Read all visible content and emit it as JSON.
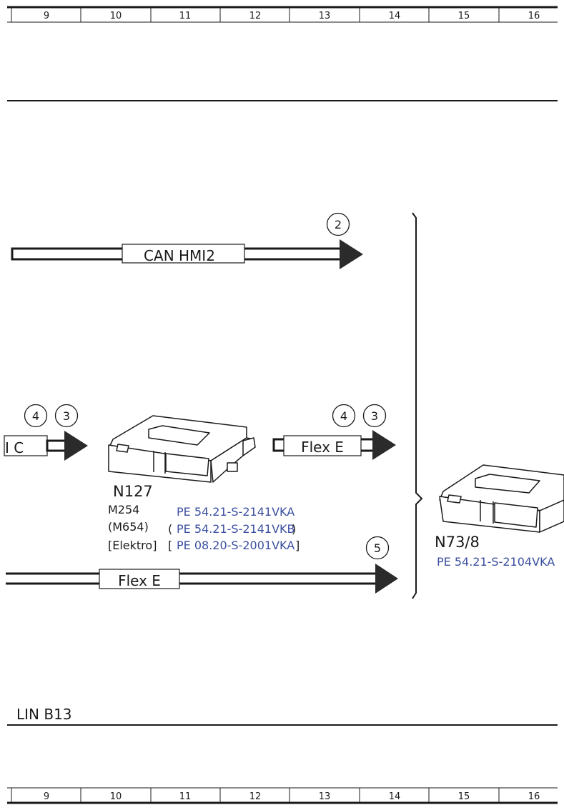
{
  "ruler": {
    "columns": [
      "9",
      "10",
      "11",
      "12",
      "13",
      "14",
      "15",
      "16"
    ]
  },
  "buses": {
    "can_hmi2": "CAN HMI2",
    "hmi_c_partial": "I C",
    "flex_e_upper": "Flex E",
    "flex_e_lower": "Flex E",
    "lin_b13": "LIN B13"
  },
  "callouts": {
    "can_hmi2_num": "2",
    "left_a": "4",
    "left_b": "3",
    "right_a": "4",
    "right_b": "3",
    "flex_lower_num": "5"
  },
  "module_n127": {
    "name": "N127",
    "variants": [
      {
        "model": "M254",
        "open": "",
        "ref": "PE 54.21-S-2141VKA",
        "close": ""
      },
      {
        "model": "(M654)",
        "open": "(",
        "ref": "PE 54.21-S-2141VKB",
        "close": ")"
      },
      {
        "model": "[Elektro]",
        "open": "[",
        "ref": "PE 08.20-S-2001VKA",
        "close": "]"
      }
    ]
  },
  "module_n73": {
    "name": "N73/8",
    "ref": "PE 54.21-S-2104VKA"
  },
  "colors": {
    "line": "#1a1a1a",
    "link": "#3b4fa0"
  }
}
